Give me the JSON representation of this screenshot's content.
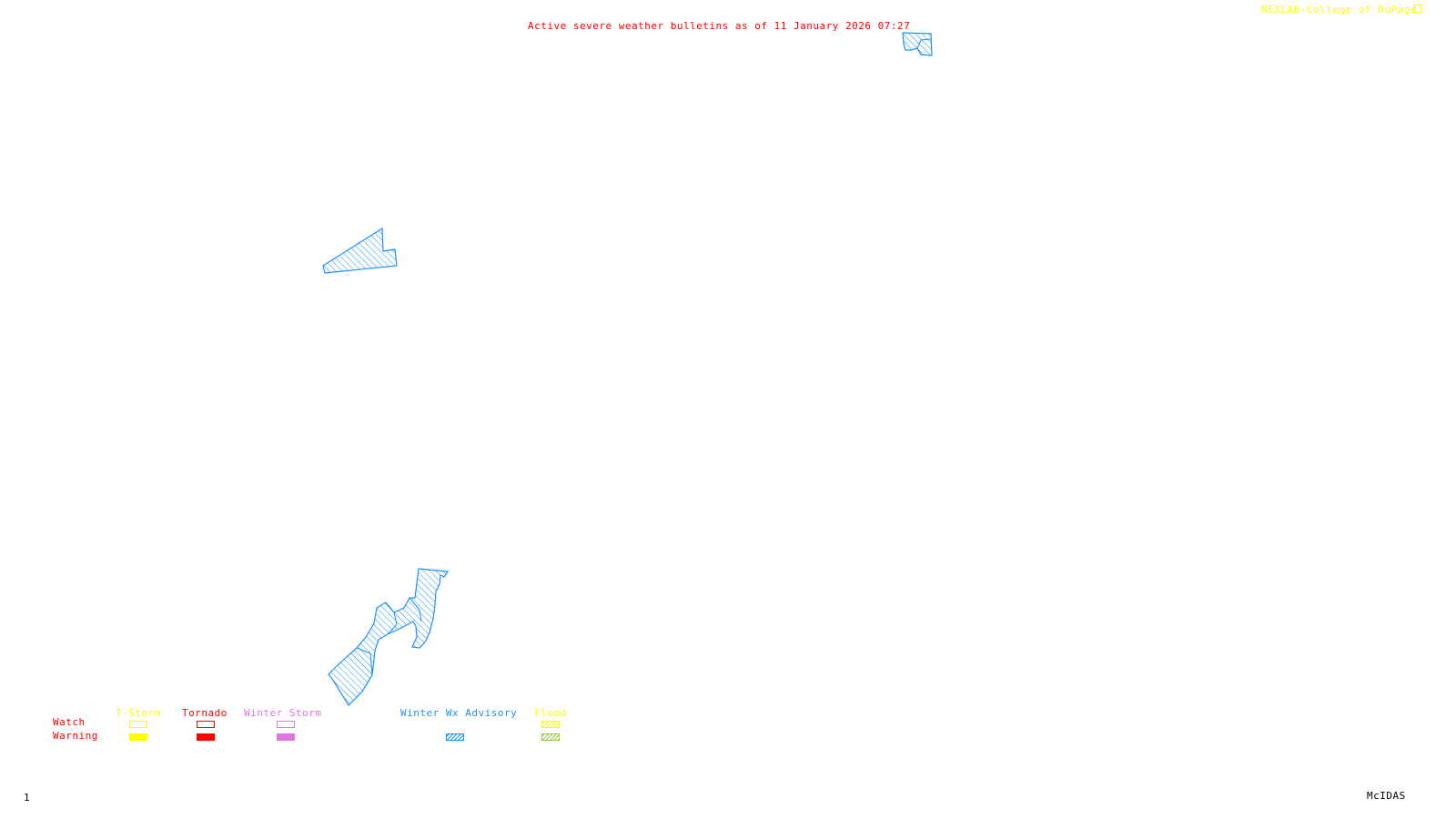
{
  "header": {
    "title": "Active severe weather bulletins as of 11 January 2026 07:27",
    "credit": "NEXLAB-College of DuPage",
    "credit_icon": "nexlab-logo-icon"
  },
  "legend": {
    "row_labels": {
      "watch": "Watch",
      "warning": "Warning"
    },
    "categories": [
      {
        "label": "T-Storm",
        "color": "#ffff00",
        "watch_style": "outline",
        "warning_style": "filled"
      },
      {
        "label": "Tornado",
        "color": "#ff0000",
        "watch_style": "outline",
        "warning_style": "filled"
      },
      {
        "label": "Winter Storm",
        "color": "#dd77dd",
        "watch_style": "outline",
        "warning_style": "filled"
      },
      {
        "label": "Winter Wx Advisory",
        "color": "#1e90ff",
        "advisory_style": "hatched"
      },
      {
        "label": "Flood",
        "color": "#ffff00",
        "warning_color": "#9acd32",
        "watch_style": "hatched",
        "warning_style": "hatched"
      }
    ]
  },
  "map": {
    "active_bulletin_areas": [
      {
        "type": "Winter Wx Advisory",
        "color": "#1e90ff"
      },
      {
        "type": "Winter Wx Advisory",
        "color": "#1e90ff"
      },
      {
        "type": "Winter Wx Advisory",
        "color": "#1e90ff"
      }
    ]
  },
  "footer": {
    "frame_number": "1",
    "software": "McIDAS"
  }
}
